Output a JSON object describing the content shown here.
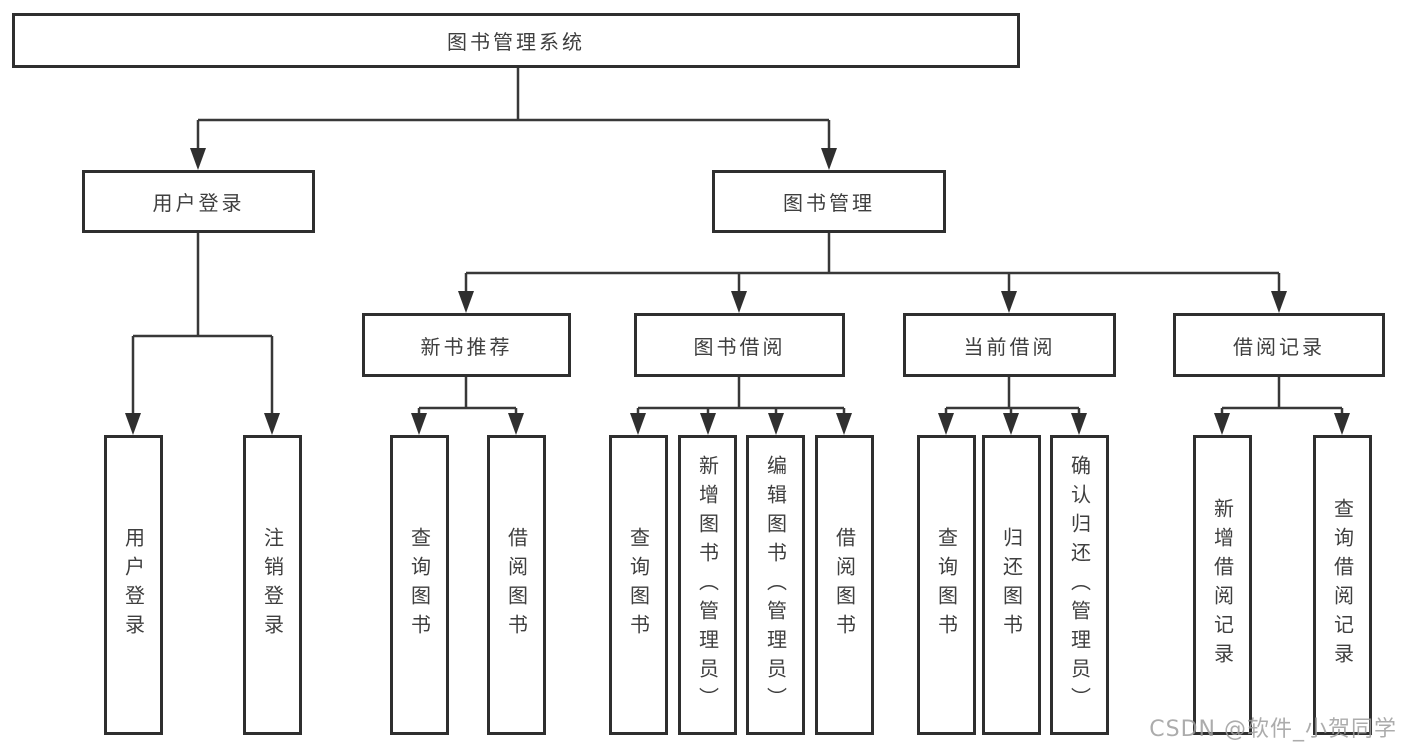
{
  "diagram": {
    "root": {
      "label": "图书管理系统"
    },
    "level2": [
      {
        "label": "用户登录"
      },
      {
        "label": "图书管理"
      }
    ],
    "level3": [
      {
        "label": "新书推荐"
      },
      {
        "label": "图书借阅"
      },
      {
        "label": "当前借阅"
      },
      {
        "label": "借阅记录"
      }
    ],
    "leaves": [
      {
        "label": "用户登录"
      },
      {
        "label": "注销登录"
      },
      {
        "label": "查询图书"
      },
      {
        "label": "借阅图书"
      },
      {
        "label": "查询图书"
      },
      {
        "label": "新增图书（管理员）"
      },
      {
        "label": "编辑图书（管理员）"
      },
      {
        "label": "借阅图书"
      },
      {
        "label": "查询图书"
      },
      {
        "label": "归还图书"
      },
      {
        "label": "确认归还（管理员）"
      },
      {
        "label": "新增借阅记录"
      },
      {
        "label": "查询借阅记录"
      }
    ]
  },
  "watermark": {
    "text": "CSDN @软件_小贺同学"
  },
  "colors": {
    "background": "#ffffff",
    "box_border": "#2f2f2f",
    "connector_line": "#383838",
    "text": "#3f3f3f",
    "watermark": "#9e9e9e"
  }
}
